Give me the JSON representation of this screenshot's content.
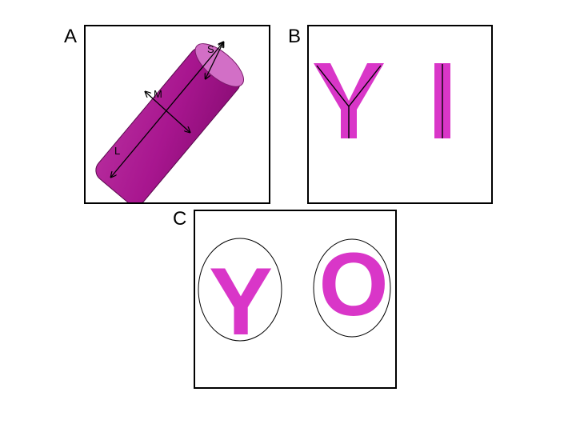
{
  "panels": [
    {
      "label": "A"
    },
    {
      "label": "B"
    },
    {
      "label": "C"
    }
  ],
  "panel_a": {
    "dimension_labels": {
      "short": "S",
      "middle": "M",
      "long": "L"
    }
  },
  "panel_b": {
    "letters": [
      "Y",
      "I"
    ]
  },
  "panel_c": {
    "letters": [
      "Y",
      "O"
    ]
  },
  "colors": {
    "magenta": "#d936c8",
    "cylinder_body": "#a8168f",
    "cylinder_cap": "#d26fc6",
    "outline": "#000000"
  }
}
